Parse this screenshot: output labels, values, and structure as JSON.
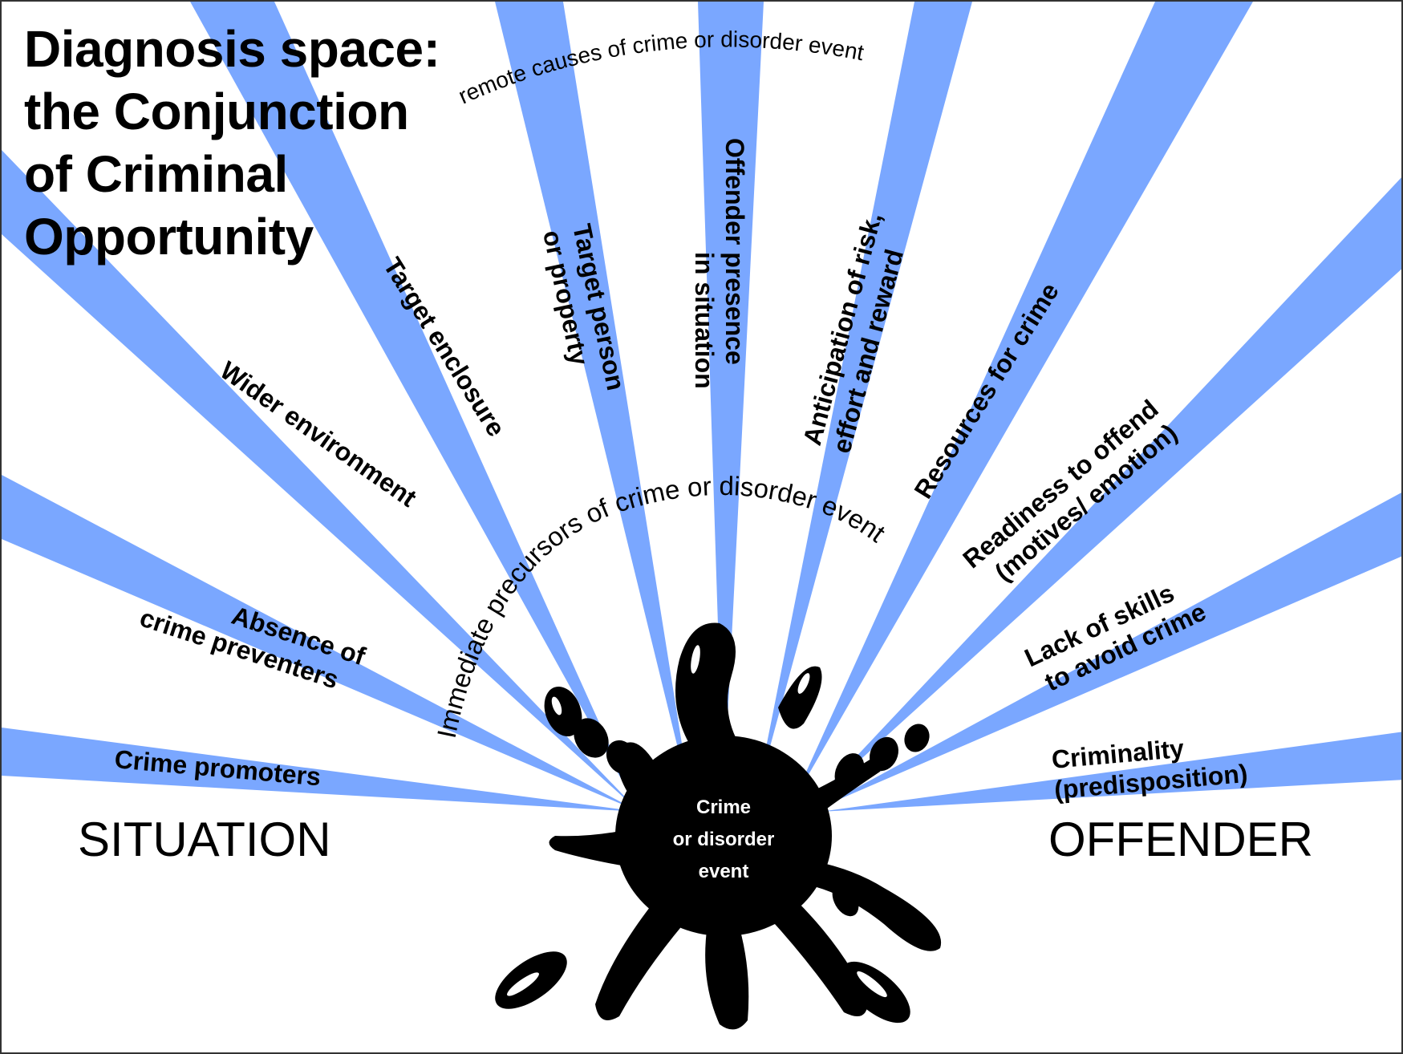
{
  "title_lines": [
    "Diagnosis space:",
    "the Conjunction",
    "of Criminal",
    "Opportunity"
  ],
  "outer_arc_label": "remote causes of crime or disorder event",
  "inner_arc_label": "Immediate precursors of crime or disorder event",
  "center_lines": [
    "Crime",
    "or disorder",
    "event"
  ],
  "situation_label": "SITUATION",
  "offender_label": "OFFENDER",
  "rays": {
    "crime_promoters": [
      "Crime promoters"
    ],
    "absence_of_preventers": [
      "Absence of",
      "crime preventers"
    ],
    "wider_environment": [
      "Wider environment"
    ],
    "target_enclosure": [
      "Target enclosure"
    ],
    "target_person": [
      "Target person",
      "or property"
    ],
    "offender_presence": [
      "Offender presence",
      "in situation"
    ],
    "anticipation": [
      "Anticipation of risk,",
      "effort and reward"
    ],
    "resources": [
      "Resources for crime"
    ],
    "readiness": [
      "Readiness to offend",
      "(motives/ emotion)"
    ],
    "lack_of_skills": [
      "Lack of skills",
      "to avoid crime"
    ],
    "criminality": [
      "Criminality",
      "(predisposition)"
    ]
  },
  "colors": {
    "ray": "#7aa7ff",
    "splat": "#000000",
    "text": "#000000",
    "background": "#ffffff"
  }
}
